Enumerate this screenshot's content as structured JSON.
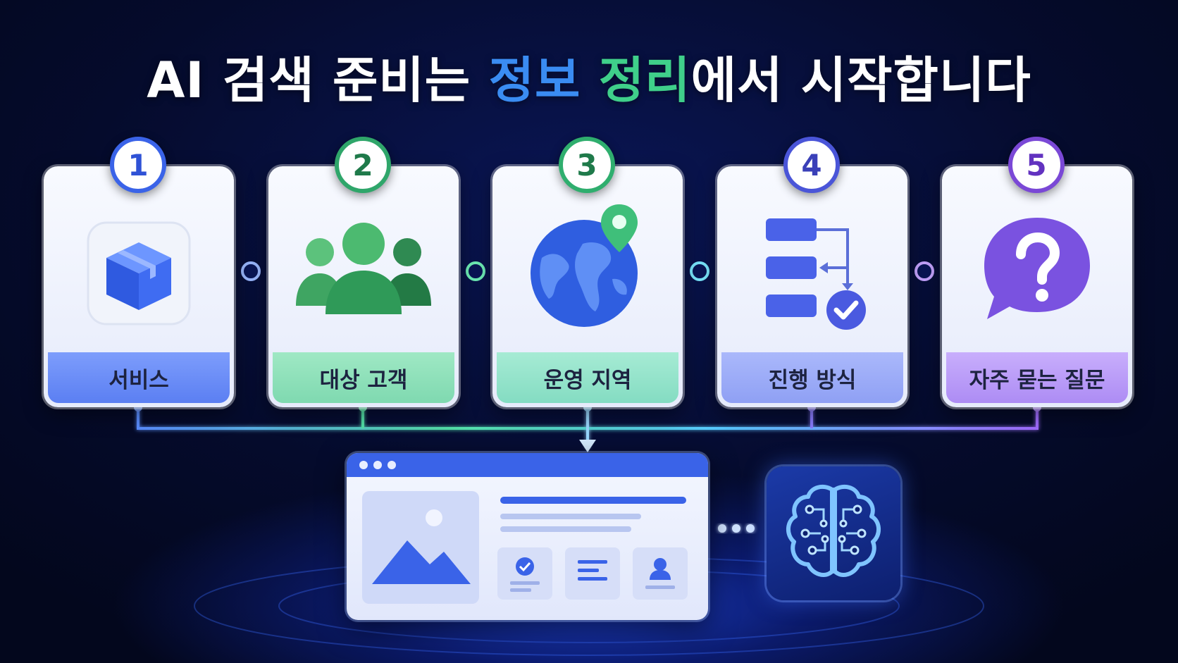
{
  "title": {
    "part1": "AI 검색 준비는 ",
    "highlight1": "정보",
    "space": " ",
    "highlight2": "정리",
    "part2": "에서 시작합니다"
  },
  "steps": [
    {
      "number": "1",
      "label": "서비스",
      "icon": "box-icon",
      "color": "#3a63e8"
    },
    {
      "number": "2",
      "label": "대상 고객",
      "icon": "users-icon",
      "color": "#2e9a5a"
    },
    {
      "number": "3",
      "label": "운영 지역",
      "icon": "globe-pin-icon",
      "color": "#2fae6e"
    },
    {
      "number": "4",
      "label": "진행 방식",
      "icon": "flowchart-check-icon",
      "color": "#4a55d8"
    },
    {
      "number": "5",
      "label": "자주 묻는 질문",
      "icon": "question-bubble-icon",
      "color": "#7a48d6"
    }
  ],
  "colors": {
    "blue": "#3a63e8",
    "green": "#3fcf8a",
    "teal": "#38c8d8",
    "purple": "#8a5cf0"
  },
  "bottom": {
    "webpage_icon": "webpage-icon",
    "brain_icon": "ai-brain-icon"
  }
}
